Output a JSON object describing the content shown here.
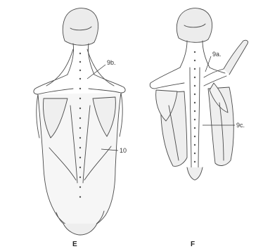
{
  "figure": {
    "panels": [
      {
        "label": "E",
        "callouts": [
          "9b.",
          "10"
        ]
      },
      {
        "label": "F",
        "callouts": [
          "9a.",
          "9c."
        ]
      }
    ]
  }
}
